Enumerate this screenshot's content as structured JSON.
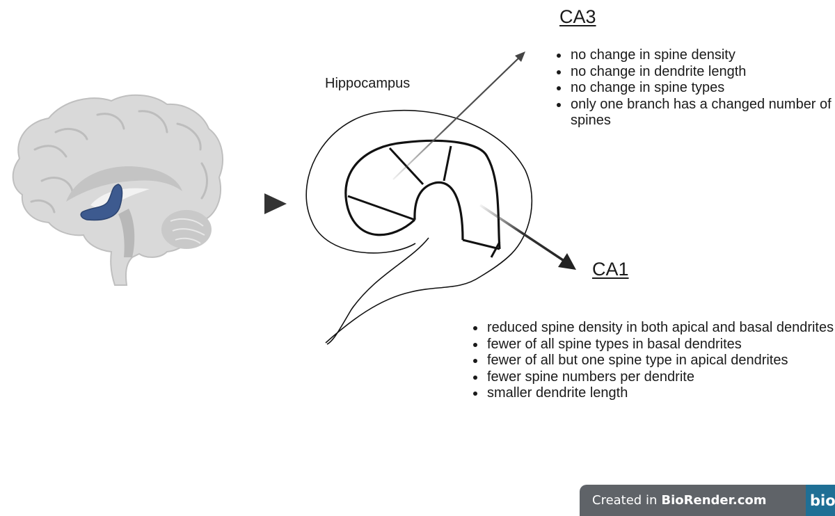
{
  "hippocampus_label": "Hippocampus",
  "ca3": {
    "title": "CA3",
    "points": [
      "no change in spine density",
      "no change in dendrite length",
      "no change in spine types",
      "only one branch has a changed number of spines"
    ]
  },
  "ca1": {
    "title": "CA1",
    "points": [
      "reduced spine density in both apical and basal dendrites",
      "fewer of all spine types in basal dendrites",
      "fewer of all but one spine type in apical dendrites",
      "fewer spine numbers per dendrite",
      "smaller dendrite length"
    ]
  },
  "watermark": {
    "prefix": "Created in",
    "brand": "BioRender.com",
    "logo": "bio"
  },
  "colors": {
    "hippocampus_highlight": "#3d5a8f",
    "brain_fill": "#d9d9d9",
    "badge_background": "#5f6368",
    "logo_background": "#1f6f95"
  }
}
